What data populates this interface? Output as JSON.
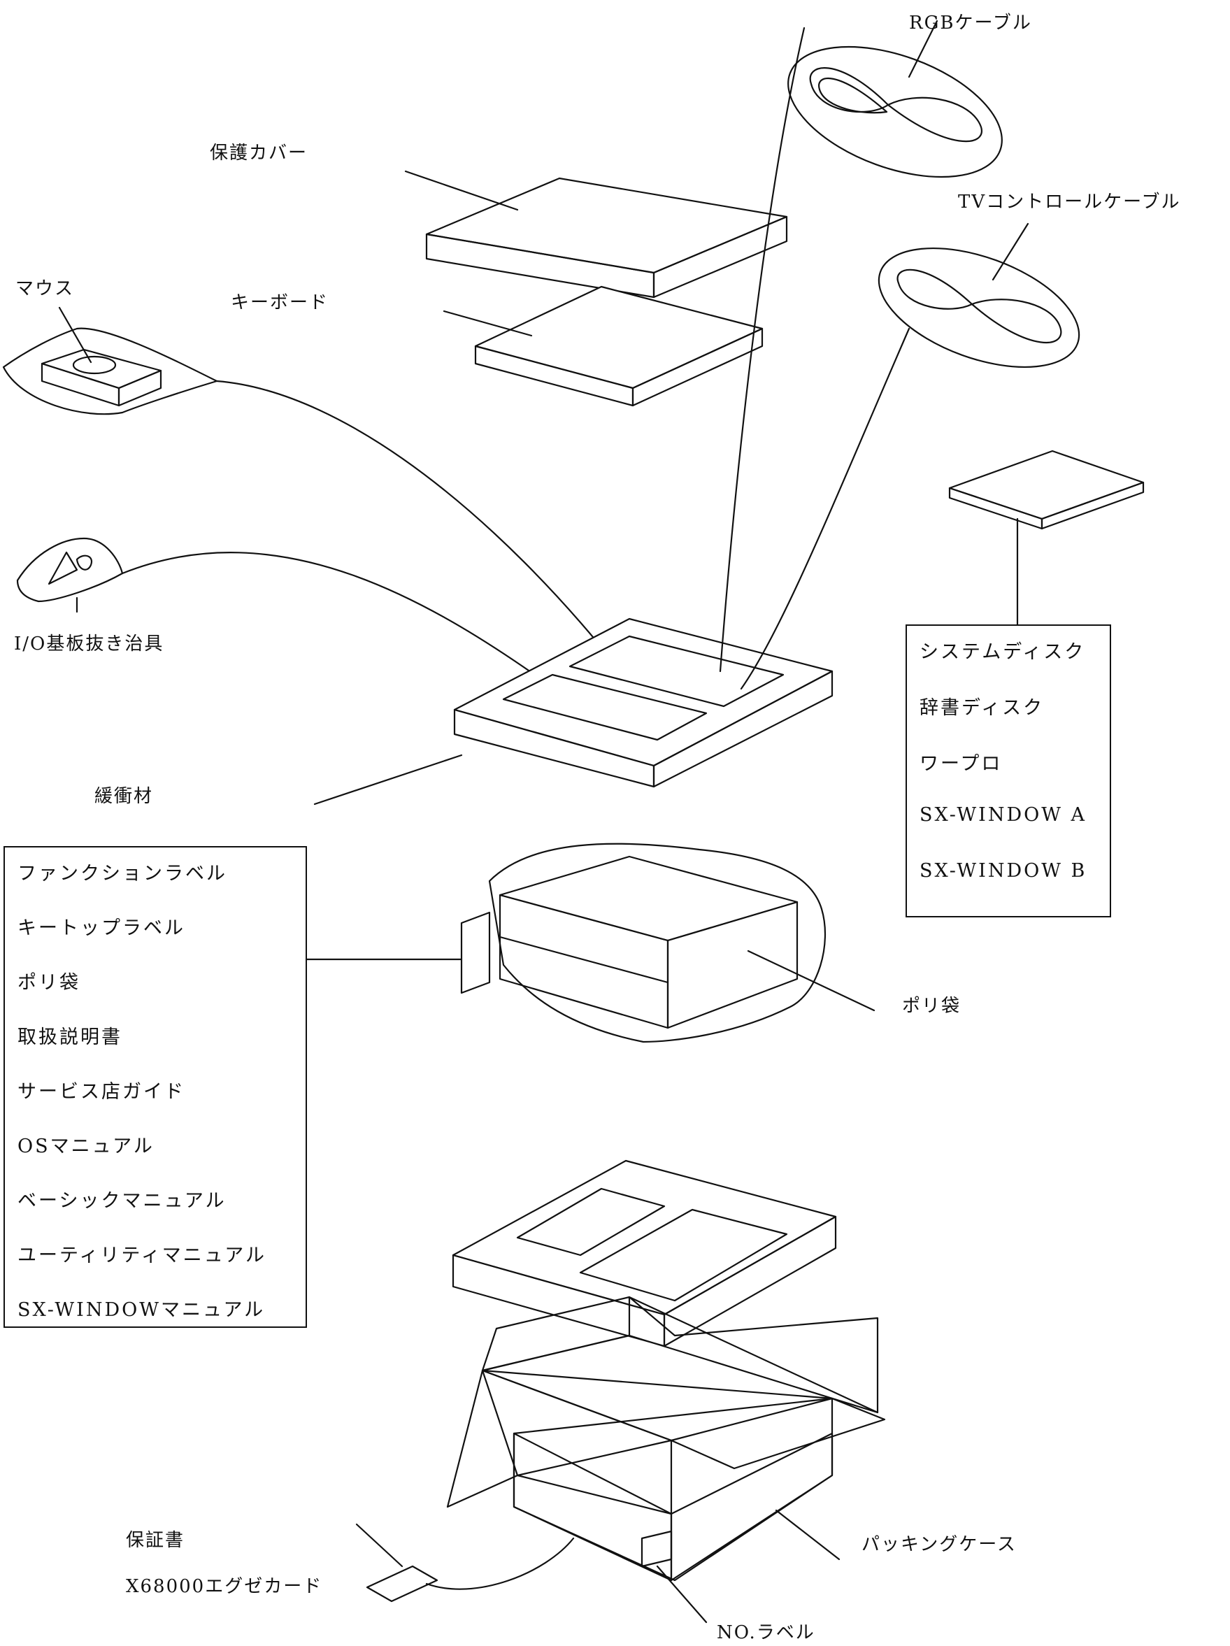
{
  "labels": {
    "rgb_cable": "RGBケーブル",
    "cover": "保護カバー",
    "tv_cable": "TVコントロールケーブル",
    "mouse": "マウス",
    "keyboard": "キーボード",
    "io_tool": "I/O基板抜き治具",
    "cushion": "緩衝材",
    "poly_bag": "ポリ袋",
    "warranty": "保証書",
    "card": "X68000エグゼカード",
    "packing_case": "パッキングケース",
    "no_label": "NO.ラベル"
  },
  "disk_list": [
    "システムディスク",
    "辞書ディスク",
    "ワープロ",
    "SX-WINDOW A",
    "SX-WINDOW B"
  ],
  "doc_list": [
    "ファンクションラベル",
    "キートップラベル",
    "ポリ袋",
    "取扱説明書",
    "サービス店ガイド",
    "OSマニュアル",
    "ベーシックマニュアル",
    "ユーティリティマニュアル",
    "SX-WINDOWマニュアル"
  ]
}
